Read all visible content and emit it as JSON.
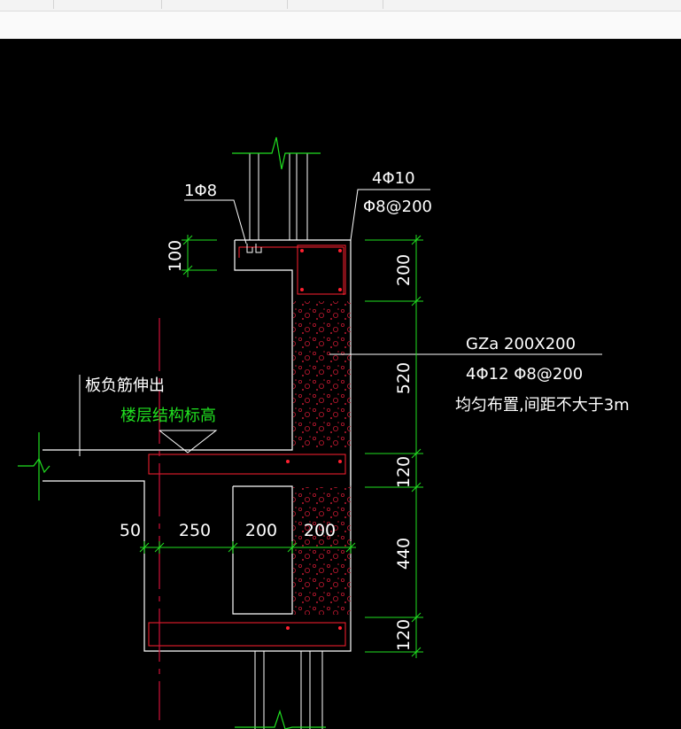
{
  "window": {
    "tabs": [
      "",
      "",
      "",
      ""
    ]
  },
  "drawing": {
    "labels": {
      "top_bar_bend": "1Φ8",
      "beam_main": "4Φ10",
      "beam_stirrup": "Φ8@200",
      "slab_negative": "板负筋伸出",
      "floor_level": "楼层结构标高",
      "column_name": "GZa 200X200",
      "column_rebar": "4Φ12  Φ8@200",
      "column_note": "均匀布置,间距不大于3m"
    },
    "dims_vertical_right": [
      "200",
      "520",
      "120",
      "440",
      "120"
    ],
    "dims_vertical_left": [
      "100"
    ],
    "dims_horizontal": [
      "50",
      "250",
      "200",
      "200"
    ],
    "colors": {
      "outline": "#ffffff",
      "rebar": "#ff2030",
      "dimension": "#20e020",
      "axis": "#d0103a",
      "text_note": "#ffffff",
      "text_level": "#20e020",
      "fill_dots": "#c01830"
    }
  }
}
